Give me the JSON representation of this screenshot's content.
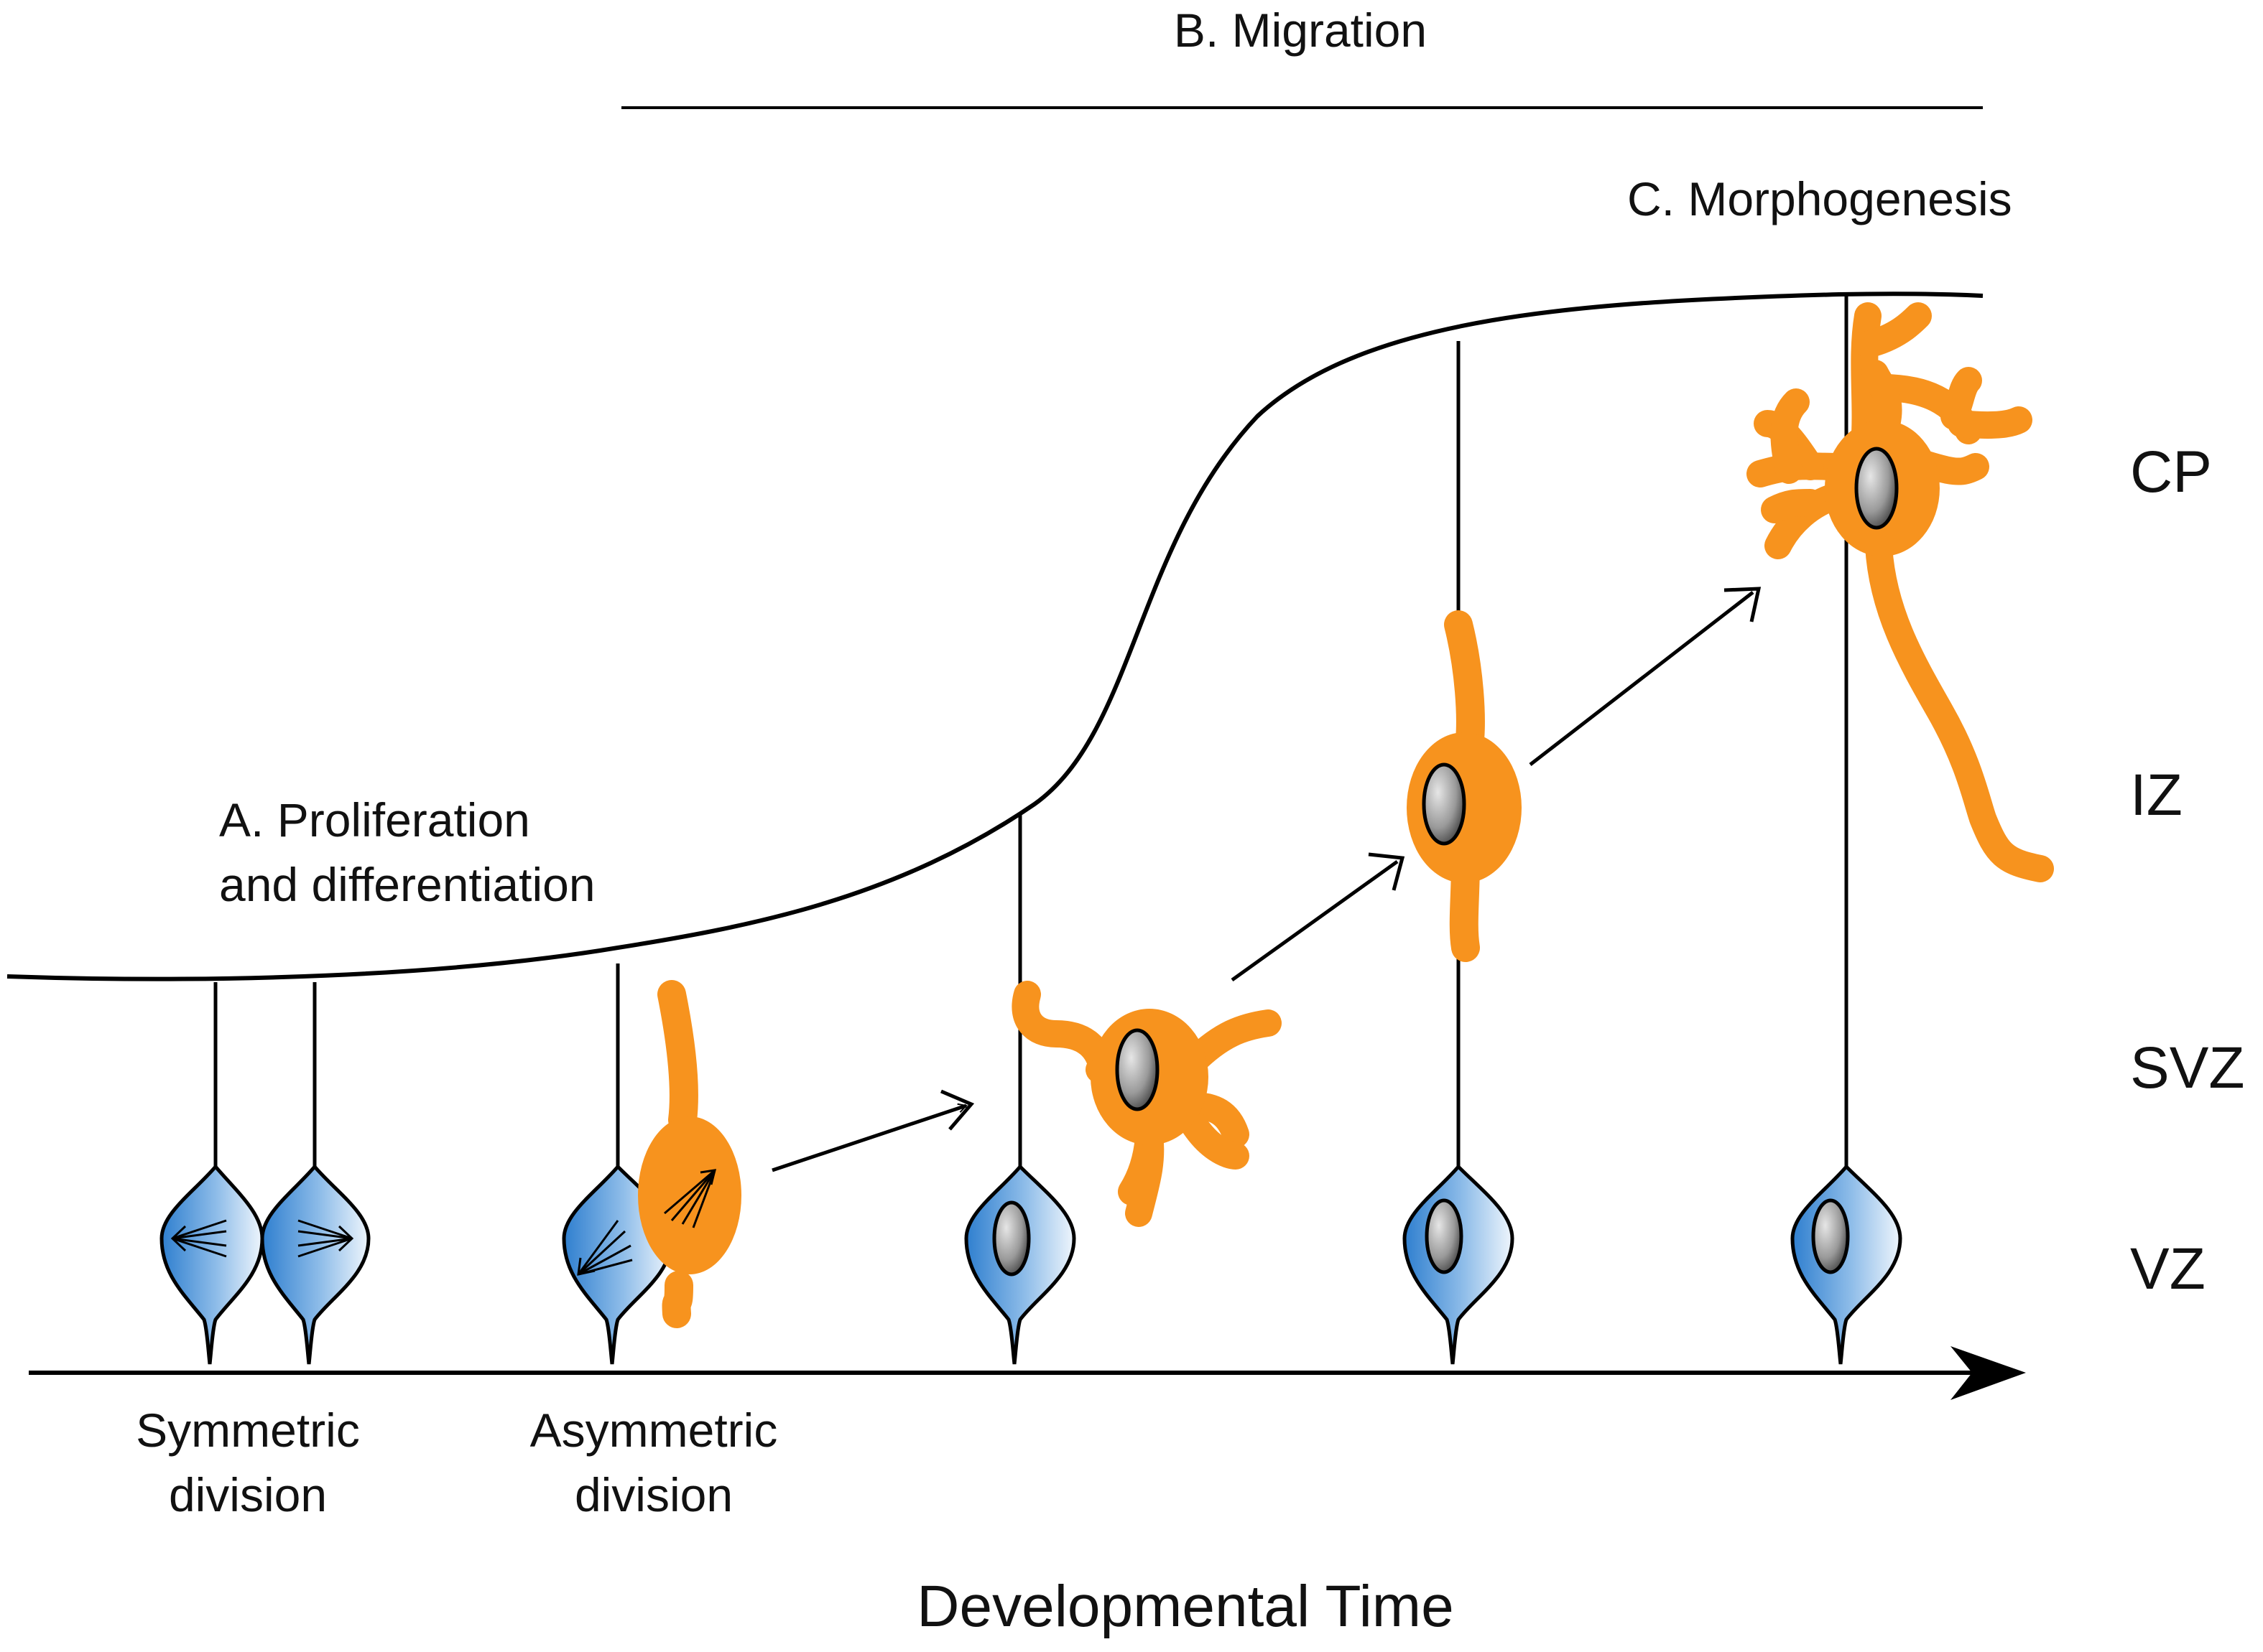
{
  "phases": {
    "proliferation_line1": "A. Proliferation",
    "proliferation_line2": "and differentiation",
    "migration": "B. Migration",
    "morphogenesis": "C. Morphogenesis"
  },
  "zones": {
    "cp": "CP",
    "iz": "IZ",
    "svz": "SVZ",
    "vz": "VZ"
  },
  "division_labels": {
    "symmetric_line1": "Symmetric",
    "symmetric_line2": "division",
    "asymmetric_line1": "Asymmetric",
    "asymmetric_line2": "division"
  },
  "axis": {
    "x_label": "Developmental Time"
  },
  "colors": {
    "radial_glia_fill": "#4a90d9",
    "neuron_fill": "#f7931e",
    "nucleus_fill": "#8a8a8a",
    "outline": "#000000"
  }
}
